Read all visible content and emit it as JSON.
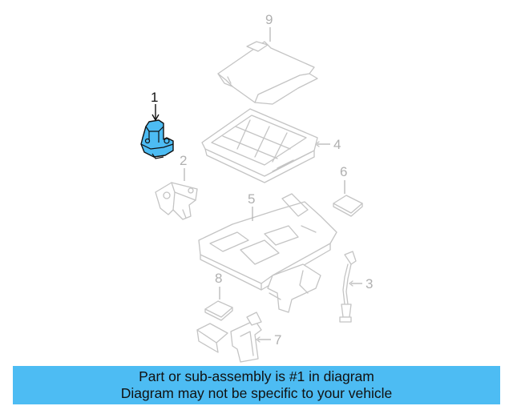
{
  "diagram": {
    "highlight_color": "#4dbcf3",
    "callouts": {
      "c1": "1",
      "c2": "2",
      "c3": "3",
      "c4": "4",
      "c5": "5",
      "c6": "6",
      "c7": "7",
      "c8": "8",
      "c9": "9"
    }
  },
  "banner": {
    "line1": "Part or sub-assembly is #1 in diagram",
    "line2": "Diagram may not be specific to your vehicle",
    "color": "#4dbcf3"
  }
}
